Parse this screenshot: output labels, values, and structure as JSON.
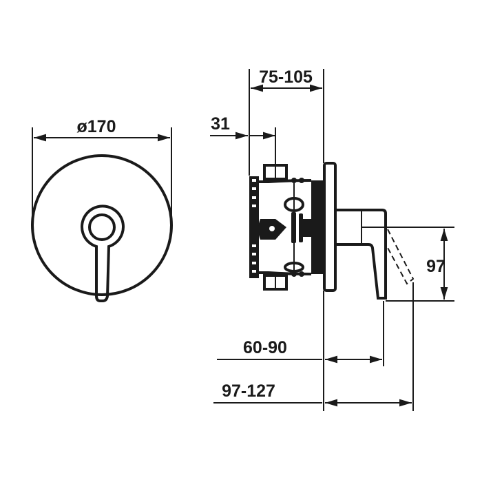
{
  "front_view": {
    "diameter_label": "ø170"
  },
  "side_view": {
    "depth_range_label": "75-105",
    "offset_label": "31",
    "handle_height_label": "97",
    "projection_label": "60-90",
    "total_projection_label": "97-127"
  },
  "colors": {
    "line": "#1a1a1a",
    "background": "#ffffff"
  }
}
